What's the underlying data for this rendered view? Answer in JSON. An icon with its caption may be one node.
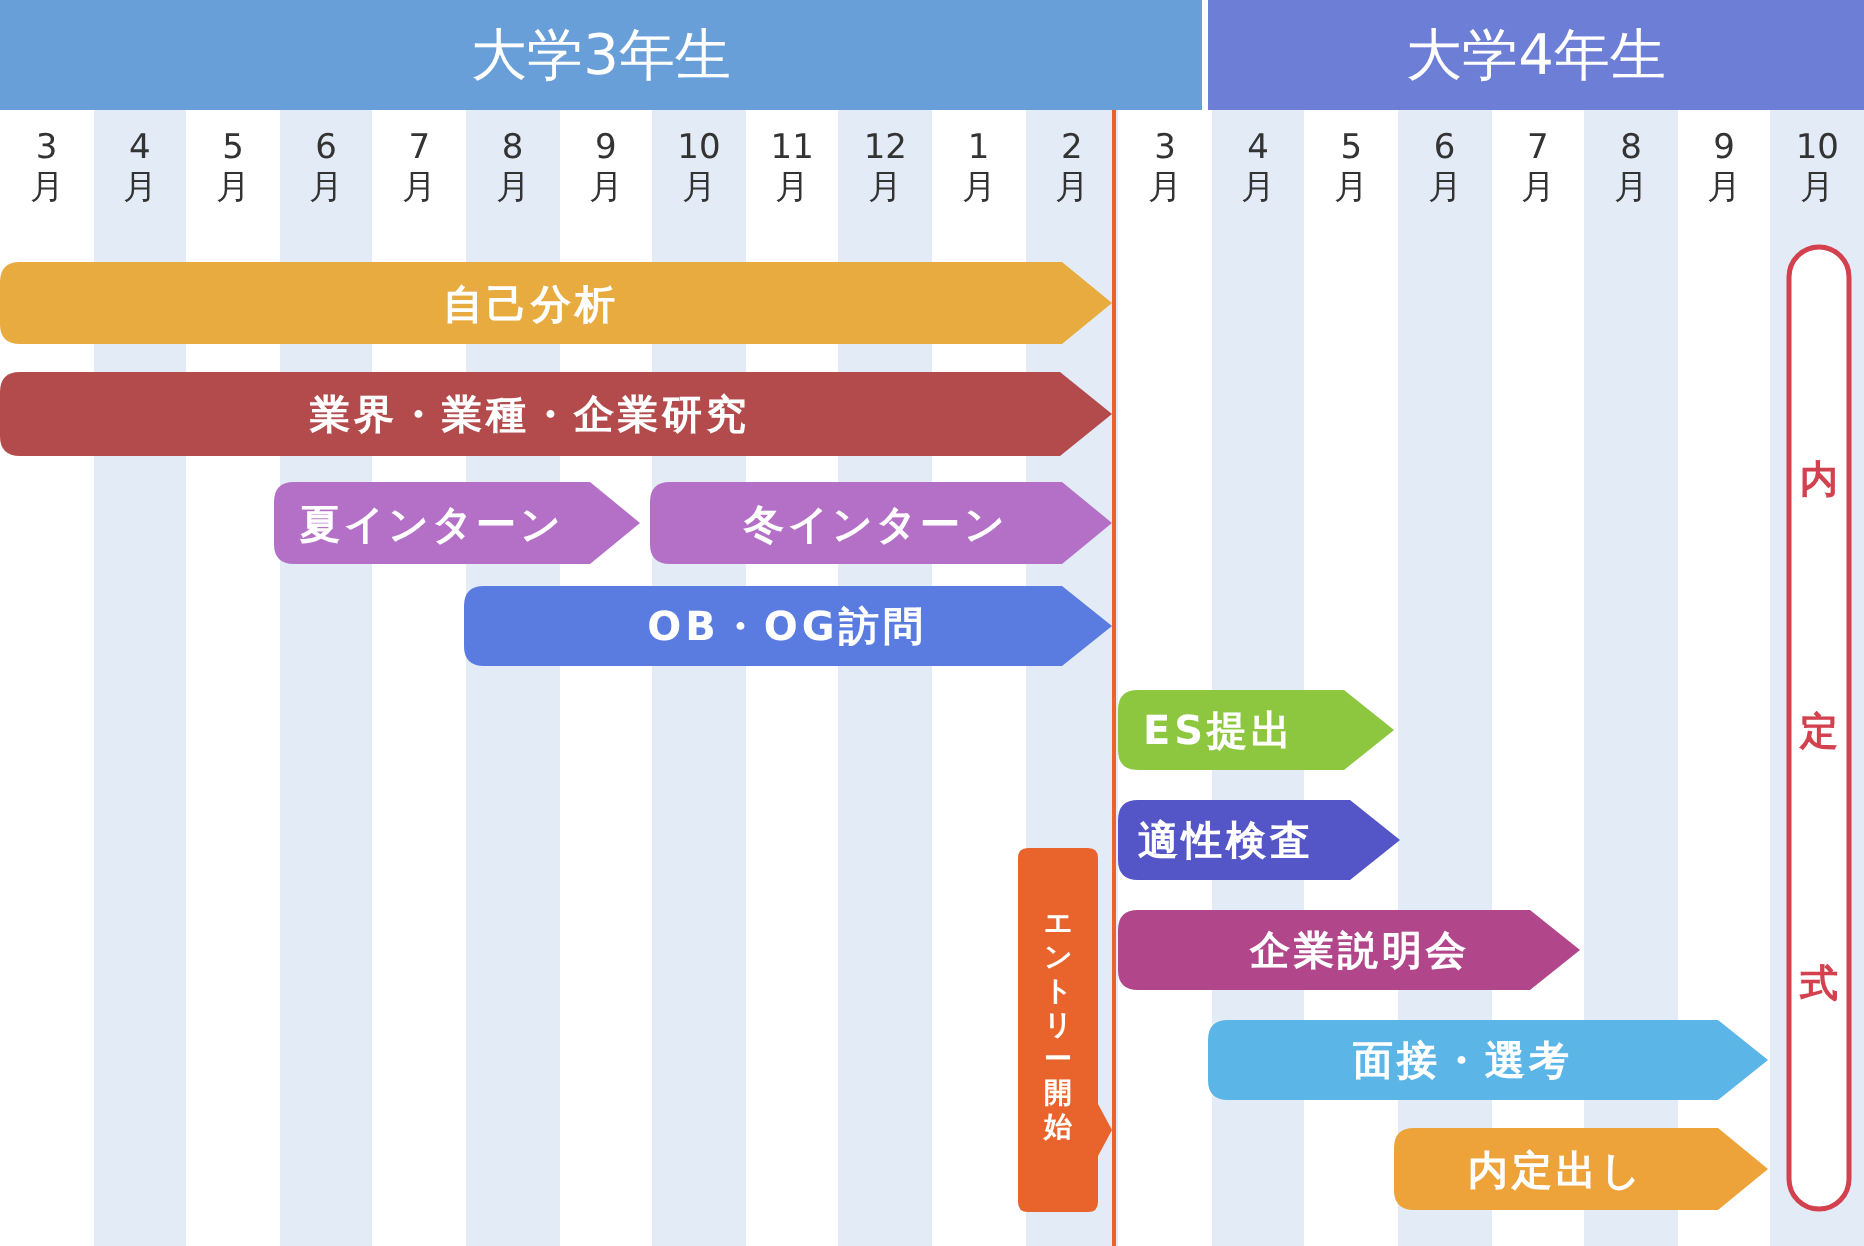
{
  "diagram": {
    "nodes": [
      {
        "text": [
          "大学3年生"
        ]
      },
      {
        "text": [
          "大学4年生"
        ]
      },
      {
        "text": [
          "自己分析"
        ]
      },
      {
        "text": [
          "業界・業種・企業研究"
        ]
      },
      {
        "text": [
          "夏インターン"
        ]
      },
      {
        "text": [
          "冬インターン"
        ]
      },
      {
        "text": [
          "OB・OG訪問"
        ]
      },
      {
        "text": [
          "ES提出"
        ]
      },
      {
        "text": [
          "適性検査"
        ]
      },
      {
        "text": [
          "エントリー開始"
        ]
      },
      {
        "text": [
          "企業説明会"
        ]
      },
      {
        "text": [
          "面接・選考"
        ]
      },
      {
        "text": [
          "内定出し"
        ]
      },
      {
        "text": [
          "内定式"
        ]
      }
    ],
    "labels": [
      "3月",
      "4月",
      "5月",
      "6月",
      "7月",
      "8月",
      "9月",
      "10月",
      "11月",
      "12月",
      "1月",
      "2月",
      "3月",
      "4月",
      "5月",
      "6月",
      "7月",
      "8月",
      "9月",
      "10月"
    ]
  }
}
